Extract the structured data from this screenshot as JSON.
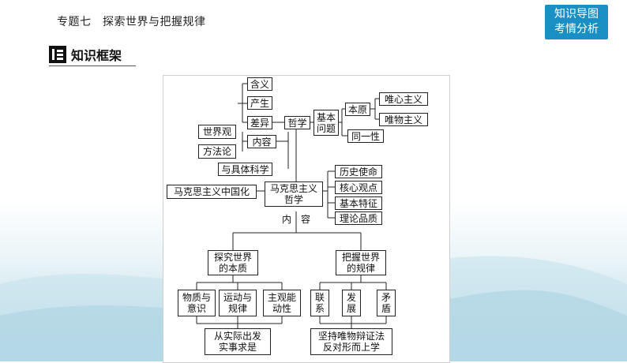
{
  "header": {
    "topic": "专题七　探索世界与把握规律"
  },
  "corner_button": {
    "line1": "知识导图",
    "line2": "考情分析"
  },
  "section": {
    "title": "知识框架"
  },
  "diagram": {
    "hanyi": "含义",
    "chansheng": "产生",
    "chayi": "差异",
    "zhexue": "哲学",
    "jiben_wenti": "基本\n问题",
    "benyuan": "本原",
    "weixin": "唯心主义",
    "weiwu": "唯物主义",
    "tongyixing": "同一性",
    "shijieguan": "世界观",
    "fangfalun": "方法论",
    "neirong_box": "内容",
    "juti_kexue": "与具体科学",
    "makesi": "马克思主义\n哲学",
    "zhongguohua": "马克思主义中国化",
    "lishi_shiming": "历史使命",
    "hexin_guandian": "核心观点",
    "jiben_tezheng": "基本特征",
    "lilun_pinzhi": "理论品质",
    "neirong_label": "内　容",
    "tanjiu": "探究世界\n的本质",
    "bawo": "把握世界\n的规律",
    "wuzhi_yishi": "物质与\n意识",
    "yundong_guilv": "运动与\n规律",
    "zhuguan_nengdong": "主观能\n动性",
    "lianxi": "联\n系",
    "fazhan": "发\n展",
    "maodun": "矛\n盾",
    "shishi_qiushi": "从实际出发\n实事求是",
    "bianzhengfa": "坚持唯物辩证法\n反对形而上学"
  }
}
